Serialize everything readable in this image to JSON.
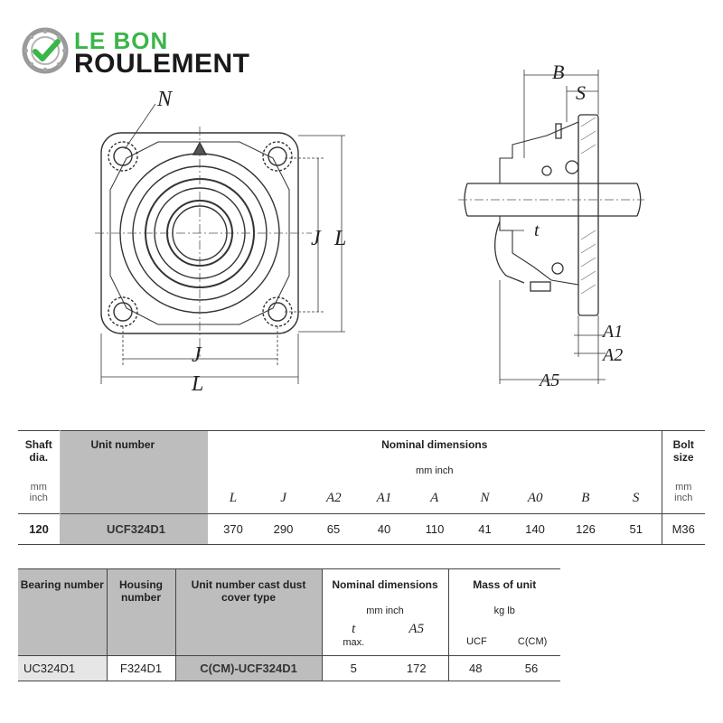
{
  "logo": {
    "line1": "LE BON",
    "line2": "ROULEMENT",
    "color_green": "#3bb54a",
    "color_dark": "#1a1a1a"
  },
  "drawing_labels": {
    "front": {
      "n": "N",
      "j_side": "J",
      "l_side": "L",
      "j_bottom": "J",
      "l_bottom": "L"
    },
    "side": {
      "b": "B",
      "s": "S",
      "t": "t",
      "a1": "A1",
      "a2": "A2",
      "a5": "A5"
    }
  },
  "table1": {
    "shaft_dia": "Shaft dia.",
    "shaft_mm": "mm",
    "shaft_inch": "inch",
    "unit_number": "Unit number",
    "nominal": "Nominal dimensions",
    "nominal_units": "mm  inch",
    "bolt_size": "Bolt size",
    "bolt_mm": "mm",
    "bolt_inch": "inch",
    "cols": [
      "L",
      "J",
      "A2",
      "A1",
      "A",
      "N",
      "A0",
      "B",
      "S"
    ],
    "row": {
      "shaft": "120",
      "unit": "UCF324D1",
      "values": [
        "370",
        "290",
        "65",
        "40",
        "110",
        "41",
        "140",
        "126",
        "51"
      ],
      "bolt": "M36"
    }
  },
  "table2": {
    "bearing_number": "Bearing number",
    "housing_number": "Housing number",
    "unit_number": "Unit number cast dust cover type",
    "nominal": "Nominal dimensions",
    "nominal_units": "mm  inch",
    "t_label": "t",
    "t_max": "max.",
    "a5_label": "A5",
    "mass": "Mass of unit",
    "mass_units": "kg  lb",
    "ucf": "UCF",
    "ccm": "C(CM)",
    "row": {
      "bearing": "UC324D1",
      "housing": "F324D1",
      "unit": "C(CM)-UCF324D1",
      "t": "5",
      "a5": "172",
      "mass_ucf": "48",
      "mass_ccm": "56"
    }
  }
}
